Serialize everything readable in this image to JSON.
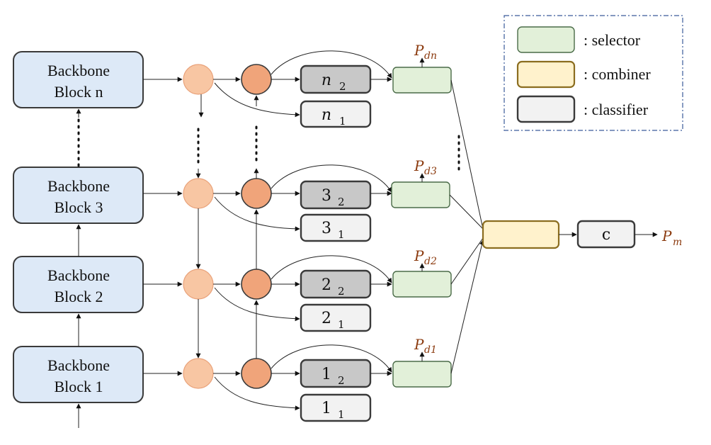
{
  "backbone_blocks": [
    {
      "line1": "Backbone",
      "line2": "Block n"
    },
    {
      "line1": "Backbone",
      "line2": "Block 3"
    },
    {
      "line1": "Backbone",
      "line2": "Block 2"
    },
    {
      "line1": "Backbone",
      "line2": "Block 1"
    }
  ],
  "classifier_pairs": [
    {
      "upper": {
        "base": "n",
        "sub": "2"
      },
      "lower": {
        "base": "n",
        "sub": "1"
      }
    },
    {
      "upper": {
        "base": "3",
        "sub": "2"
      },
      "lower": {
        "base": "3",
        "sub": "1"
      }
    },
    {
      "upper": {
        "base": "2",
        "sub": "2"
      },
      "lower": {
        "base": "2",
        "sub": "1"
      }
    },
    {
      "upper": {
        "base": "1",
        "sub": "2"
      },
      "lower": {
        "base": "1",
        "sub": "1"
      }
    }
  ],
  "selector_outputs": [
    {
      "base": "P",
      "sub": "dn"
    },
    {
      "base": "P",
      "sub": "d3"
    },
    {
      "base": "P",
      "sub": "d2"
    },
    {
      "base": "P",
      "sub": "d1"
    }
  ],
  "final_classifier": {
    "label": "c"
  },
  "final_output": {
    "base": "P",
    "sub": "m"
  },
  "legend": [
    {
      "shape": "selector",
      "label": ": selector"
    },
    {
      "shape": "combiner",
      "label": ": combiner"
    },
    {
      "shape": "classifier",
      "label": ": classifier"
    }
  ],
  "colors": {
    "backbone_fill": "#dde9f7",
    "selector_fill": "#e2f0d9",
    "combiner_fill": "#fff2cc",
    "classifier_dark_fill": "#c8c8c8",
    "classifier_light_fill": "#f2f2f2",
    "node_light": "#f8c6a3",
    "node_dark": "#f0a47a",
    "output_label": "#8b3a0e"
  }
}
